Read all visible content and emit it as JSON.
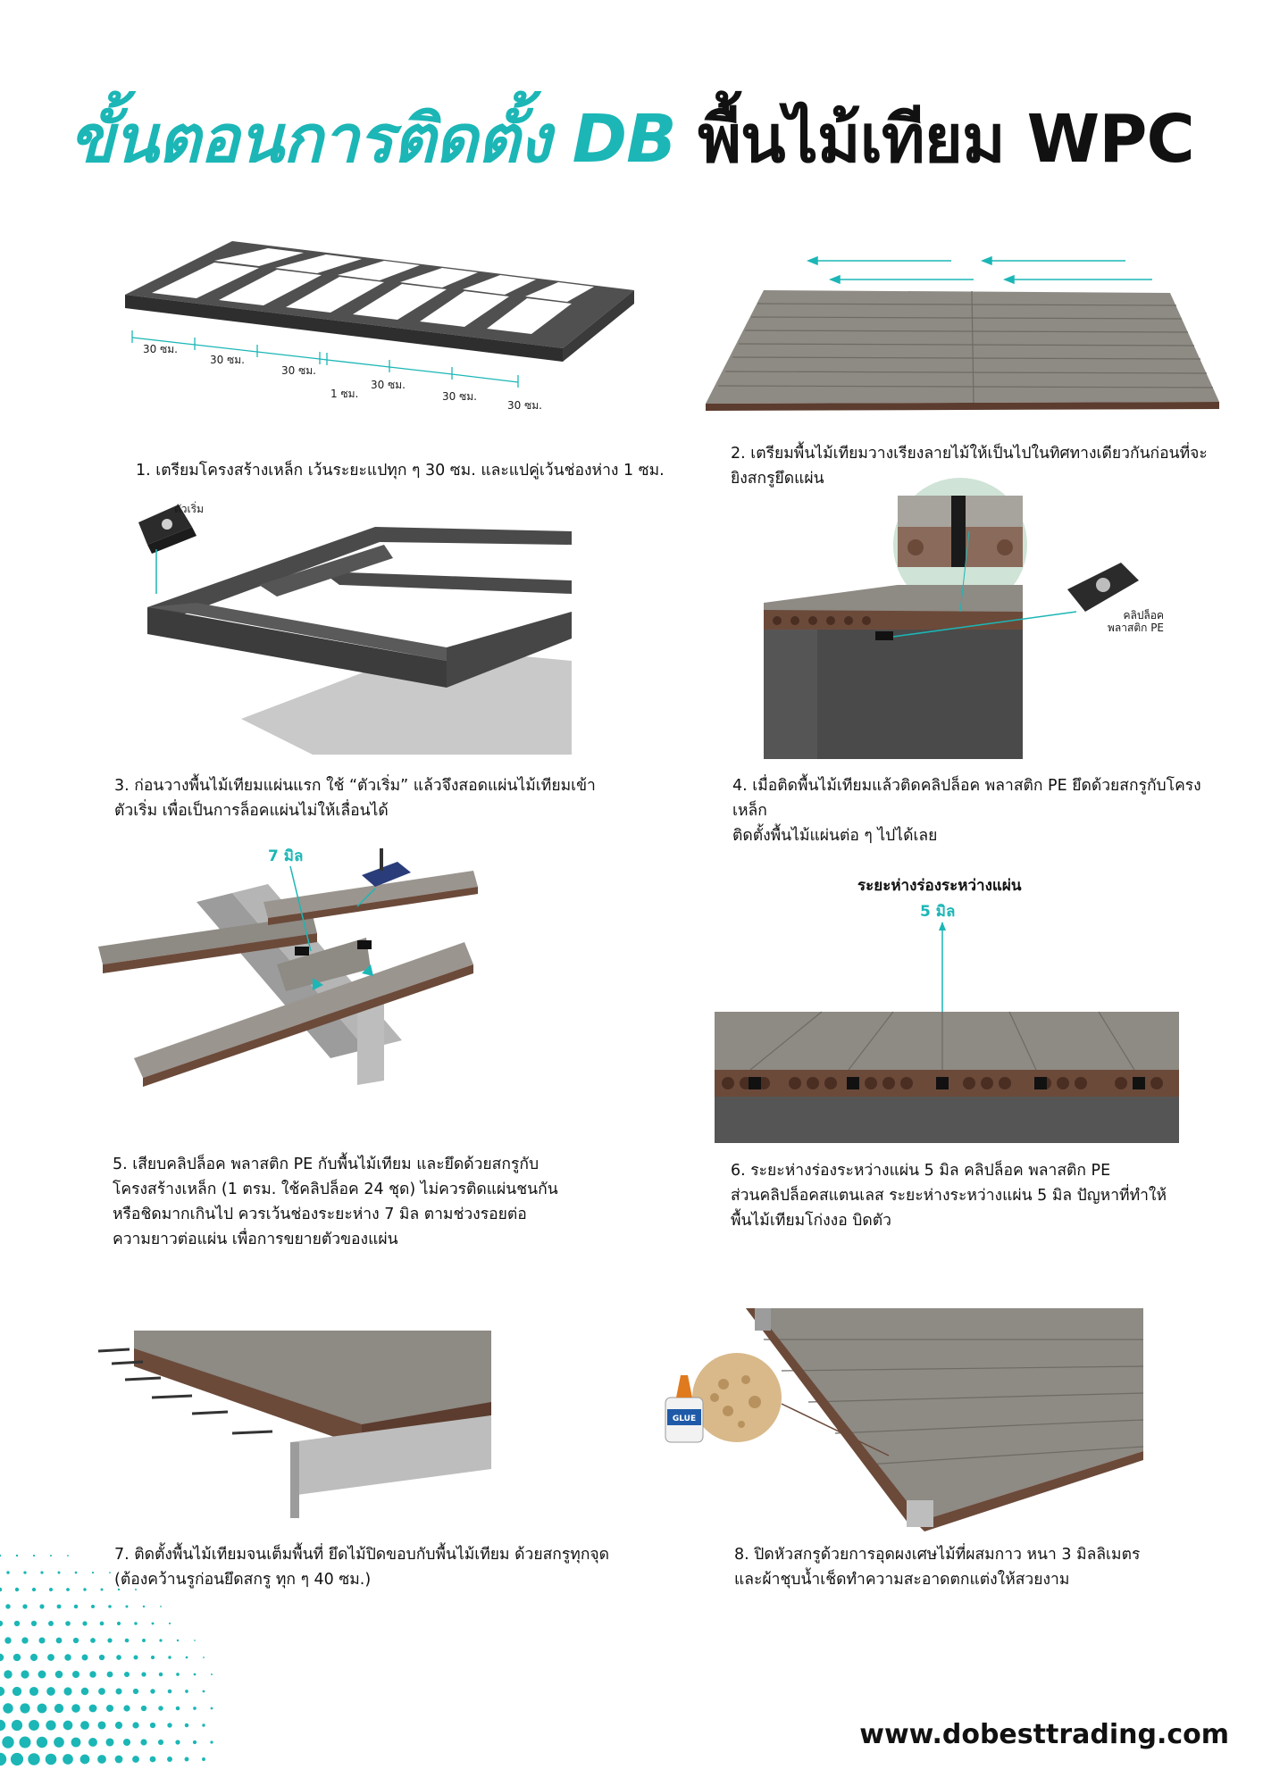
{
  "title": {
    "part1": "ขั้นตอนการติดตั้ง DB",
    "part2": "พื้นไม้เทียม WPC"
  },
  "steps": [
    {
      "caption": "1. เตรียมโครงสร้างเหล็ก เว้นระยะแปทุก ๆ 30 ซม. และแปคู่เว้นช่องห่าง 1 ซม.",
      "dims": [
        "30 ซม.",
        "30 ซม.",
        "30 ซม.",
        "1 ซม.",
        "30 ซม.",
        "30 ซม.",
        "30 ซม."
      ]
    },
    {
      "caption_line1": "2. เตรียมพื้นไม้เทียมวางเรียงลายไม้ให้เป็นไปในทิศทางเดียวกันก่อนที่จะ",
      "caption_line2": "ยิงสกรูยึดแผ่น"
    },
    {
      "label": "ตัวเริ่ม",
      "caption_line1": "3. ก่อนวางพื้นไม้เทียมแผ่นแรก ใช้ “ตัวเริ่ม” แล้วจึงสอดแผ่นไม้เทียมเข้า",
      "caption_line2": "ตัวเริ่ม เพื่อเป็นการล็อคแผ่นไม่ให้เลื่อนได้"
    },
    {
      "label_line1": "คลิปล็อค",
      "label_line2": "พลาสติก PE",
      "caption_line1": "4. เมื่อติดพื้นไม้เทียมแล้วติดคลิปล็อค พลาสติก PE ยึดด้วยสกรูกับโครงเหล็ก",
      "caption_line2": "ติดตั้งพื้นไม้แผ่นต่อ ๆ ไปได้เลย"
    },
    {
      "label": "7 มิล",
      "caption_line1": "5. เสียบคลิปล็อค พลาสติก PE กับพื้นไม้เทียม และยึดด้วยสกรูกับ",
      "caption_line2": "โครงสร้างเหล็ก (1 ตรม. ใช้คลิปล็อค 24 ชุด) ไม่ควรติดแผ่นชนกัน",
      "caption_line3": "หรือชิดมากเกินไป ควรเว้นช่องระยะห่าง 7 มิล ตามช่วงรอยต่อ",
      "caption_line4": "ความยาวต่อแผ่น เพื่อการขยายตัวของแผ่น"
    },
    {
      "label_title": "ระยะห่างร่องระหว่างแผ่น",
      "label_value": "5 มิล",
      "caption_line1": "6. ระยะห่างร่องระหว่างแผ่น  5 มิล  คลิปล็อค พลาสติก PE",
      "caption_line2": "ส่วนคลิปล็อคสแตนเลส  ระยะห่างระหว่างแผ่น 5 มิล ปัญหาที่ทำให้",
      "caption_line3": "พื้นไม้เทียมโก่งงอ บิดตัว"
    },
    {
      "caption_line1": "7. ติดตั้งพื้นไม้เทียมจนเต็มพื้นที่ ยึดไม้ปิดขอบกับพื้นไม้เทียม ด้วยสกรูทุกจุด",
      "caption_line2": "(ต้องคว้านรูก่อนยึดสกรู ทุก ๆ 40 ซม.)"
    },
    {
      "glue_label": "GLUE",
      "caption_line1": "8. ปิดหัวสกรูด้วยการอุดผงเศษไม้ที่ผสมกาว หนา 3 มิลลิเมตร",
      "caption_line2": "และผ้าชุบน้ำเช็ดทำความสะอาดตกแต่งให้สวยงาม"
    }
  ],
  "footer": {
    "url": "www.dobesttrading.com"
  },
  "colors": {
    "accent": "#1cb6b6",
    "frame": "#3a3a3a",
    "board": "#8a857e",
    "board_edge": "#6b4a3a"
  }
}
